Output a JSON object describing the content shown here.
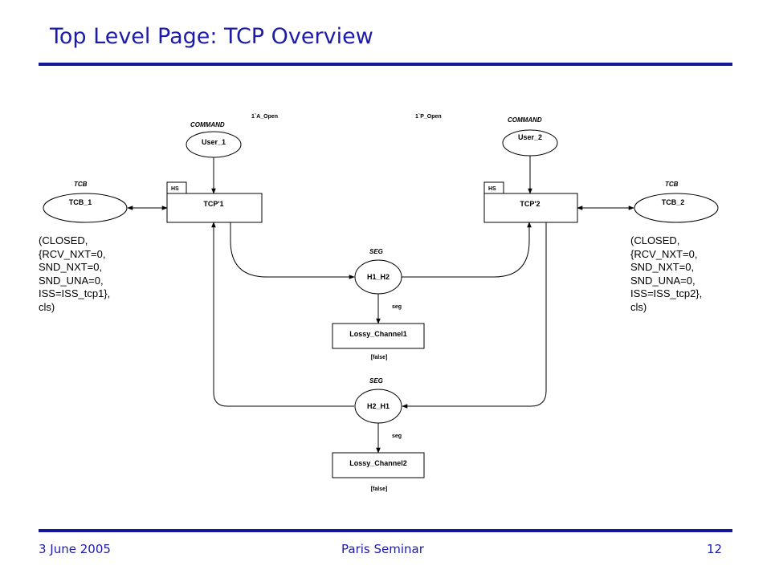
{
  "slide": {
    "title": "Top Level Page: TCP Overview",
    "footer_left": "3 June 2005",
    "footer_center": "Paris Seminar",
    "footer_right": "12",
    "accent_color": "#1c1ca8",
    "rule_color": "#16169a"
  },
  "net": {
    "place_user1": {
      "name": "User_1",
      "type": "COMMAND",
      "inscription": "1`A_Open"
    },
    "place_user2": {
      "name": "User_2",
      "type": "COMMAND",
      "inscription": "1`P_Open"
    },
    "place_tcb1": {
      "name": "TCB_1",
      "type": "TCB"
    },
    "place_tcb2": {
      "name": "TCB_2",
      "type": "TCB"
    },
    "trans_tcp1": {
      "name": "TCP'1",
      "tag": "HS"
    },
    "trans_tcp2": {
      "name": "TCP'2",
      "tag": "HS"
    },
    "place_h1h2": {
      "name": "H1_H2",
      "type": "SEG"
    },
    "place_h2h1": {
      "name": "H2_H1",
      "type": "SEG"
    },
    "trans_lossy1": {
      "name": "Lossy_Channel1",
      "guard": "[false]",
      "arc_label": "seg"
    },
    "trans_lossy2": {
      "name": "Lossy_Channel2",
      "guard": "[false]",
      "arc_label": "seg"
    },
    "tcb1_marking": [
      "(CLOSED,",
      "{RCV_NXT=0,",
      "SND_NXT=0,",
      "SND_UNA=0,",
      "ISS=ISS_tcp1},",
      "cls)"
    ],
    "tcb2_marking": [
      "(CLOSED,",
      "{RCV_NXT=0,",
      "SND_NXT=0,",
      "SND_UNA=0,",
      "ISS=ISS_tcp2},",
      "cls)"
    ]
  }
}
